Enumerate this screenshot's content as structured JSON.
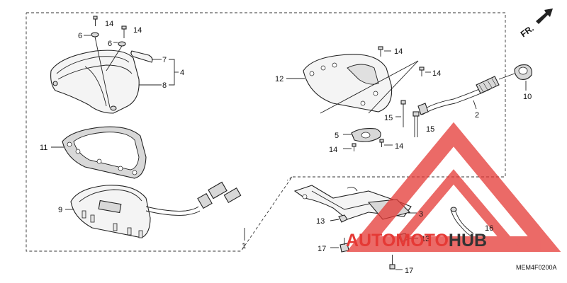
{
  "callouts": [
    {
      "id": "c14a",
      "text": "14"
    },
    {
      "id": "c14b",
      "text": "14"
    },
    {
      "id": "c6a",
      "text": "6"
    },
    {
      "id": "c6b",
      "text": "6"
    },
    {
      "id": "c7",
      "text": "7"
    },
    {
      "id": "c4",
      "text": "4"
    },
    {
      "id": "c8",
      "text": "8"
    },
    {
      "id": "c11",
      "text": "11"
    },
    {
      "id": "c9",
      "text": "9"
    },
    {
      "id": "c1",
      "text": "1"
    },
    {
      "id": "c12",
      "text": "12"
    },
    {
      "id": "c14c",
      "text": "14"
    },
    {
      "id": "c14d",
      "text": "14"
    },
    {
      "id": "c15a",
      "text": "15"
    },
    {
      "id": "c15b",
      "text": "15"
    },
    {
      "id": "c5",
      "text": "5"
    },
    {
      "id": "c14e",
      "text": "14"
    },
    {
      "id": "c14f",
      "text": "14"
    },
    {
      "id": "c2",
      "text": "2"
    },
    {
      "id": "c10",
      "text": "10"
    },
    {
      "id": "c3",
      "text": "3"
    },
    {
      "id": "c13a",
      "text": "13"
    },
    {
      "id": "c13b",
      "text": "13"
    },
    {
      "id": "c16",
      "text": "16"
    },
    {
      "id": "c17a",
      "text": "17"
    },
    {
      "id": "c17b",
      "text": "17"
    }
  ],
  "direction_label": "FR.",
  "diagram_code": "MEM4F0200A",
  "watermark": {
    "part1": "AUTO",
    "part2": "MOTO",
    "part3": "HUB",
    "colors": {
      "red": "#e53935",
      "dark": "#333333",
      "triangle": "#e53935"
    }
  }
}
